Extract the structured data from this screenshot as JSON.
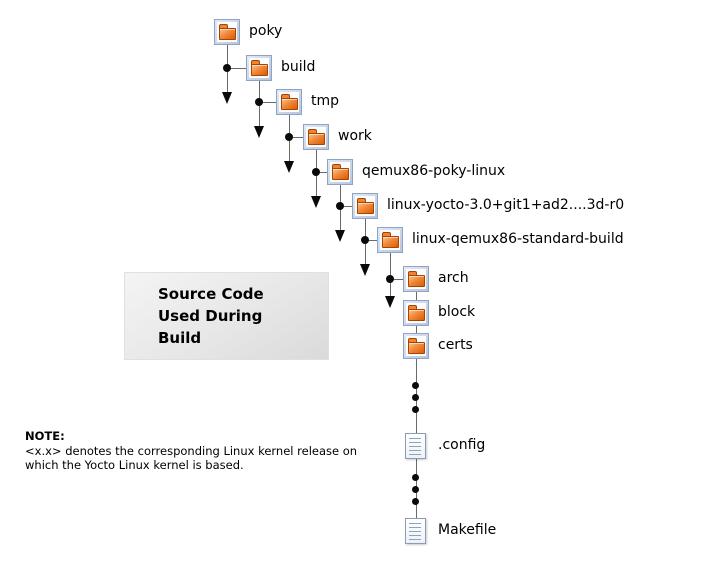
{
  "diagram": {
    "caption_box": {
      "lines": [
        "Source Code",
        "Used During",
        "Build"
      ]
    },
    "note": {
      "label": "NOTE:",
      "line1": "<x.x> denotes the corresponding Linux kernel release on",
      "line2": "which the Yocto Linux kernel is based."
    },
    "tree": {
      "nodes": [
        {
          "label": "poky",
          "type": "folder"
        },
        {
          "label": "build",
          "type": "folder"
        },
        {
          "label": "tmp",
          "type": "folder"
        },
        {
          "label": "work",
          "type": "folder"
        },
        {
          "label": "qemux86-poky-linux",
          "type": "folder"
        },
        {
          "label": "linux-yocto-3.0+git1+ad2....3d-r0",
          "type": "folder"
        },
        {
          "label": "linux-qemux86-standard-build",
          "type": "folder"
        },
        {
          "label": "arch",
          "type": "folder"
        },
        {
          "label": "block",
          "type": "folder"
        },
        {
          "label": "certs",
          "type": "folder"
        },
        {
          "label": ".config",
          "type": "file"
        },
        {
          "label": "Makefile",
          "type": "file"
        }
      ]
    },
    "colors": {
      "folder_orange": "#e8650a",
      "icon_frame_blue": "#8fa3c4",
      "line_gray": "#6a6a6a",
      "caption_bg": "#e7e7e7"
    }
  }
}
